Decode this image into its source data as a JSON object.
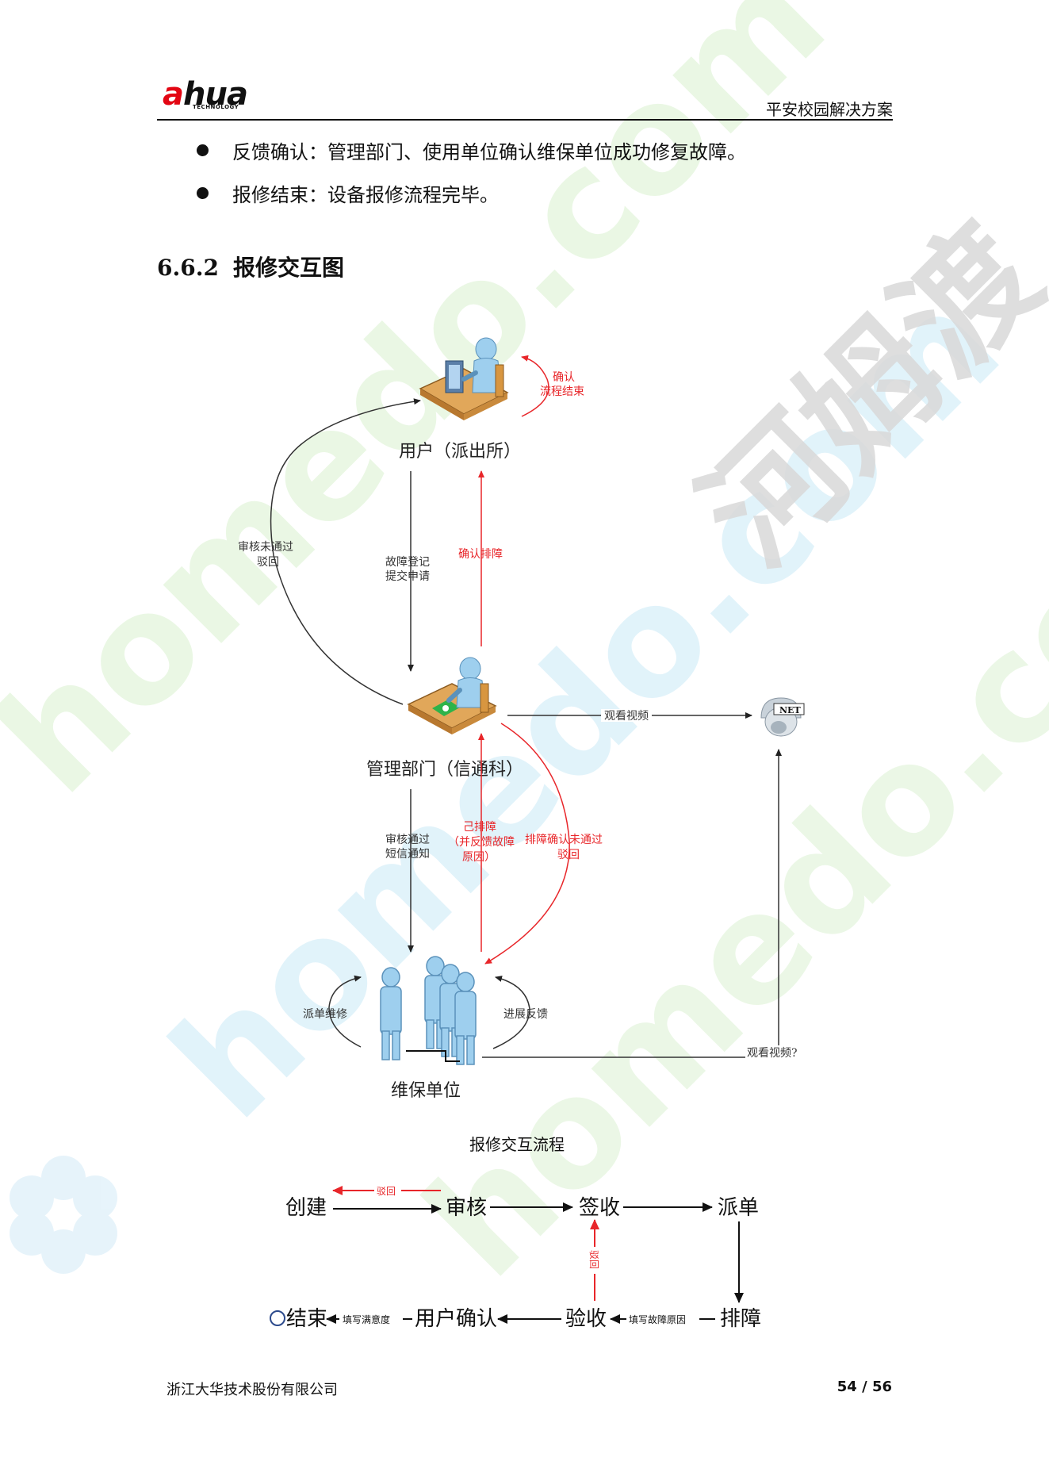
{
  "header": {
    "logo_brand_red": "a",
    "logo_brand_black": "hua",
    "logo_sub": "TECHNOLOGY",
    "doc_title": "平安校园解决方案"
  },
  "bullets": [
    "反馈确认：管理部门、使用单位确认维保单位成功修复故障。",
    "报修结束：设备报修流程完毕。"
  ],
  "section": {
    "number": "6.6.2",
    "title": "报修交互图"
  },
  "diagram": {
    "nodes": {
      "user": "用户（派出所）",
      "mgmt": "管理部门（信通科）",
      "maint": "维保单位",
      "camera_badge": "NET"
    },
    "edges": {
      "confirm_end_1": "确认",
      "confirm_end_2": "流程结束",
      "reject_1": "审核未通过",
      "reject_2": "驳回",
      "register_1": "故障登记",
      "register_2": "提交申请",
      "confirm_fix": "确认排障",
      "watch_video": "观看视频",
      "approve_1": "审核通过",
      "approve_2": "短信通知",
      "fixed_1": "己排障",
      "fixed_2": "（并反馈故障",
      "fixed_3": "原因）",
      "fix_reject_1": "排障确认未通过",
      "fix_reject_2": "驳回",
      "dispatch": "派单维修",
      "progress": "进展反馈",
      "watch_video_q": "观看视频?"
    },
    "caption": "报修交互流程"
  },
  "flow": {
    "nodes": {
      "create": "创建",
      "review": "审核",
      "sign": "签收",
      "dispatch": "派单",
      "fix": "排障",
      "accept": "验收",
      "user_confirm": "用户确认",
      "end": "结束"
    },
    "edges": {
      "reject_top": "驳回",
      "reject_vertical": "驳回",
      "fill_reason": "填写故障原因",
      "fill_satisfaction": "填写满意度"
    }
  },
  "footer": {
    "company": "浙江大华技术股份有限公司",
    "page": "54 / 56"
  },
  "watermark": {
    "site": "homedo.com",
    "brand": "河姆渡"
  },
  "colors": {
    "brand_red": "#e30613",
    "flow_red": "#e8262a",
    "watermark_green": "#dff3d9",
    "watermark_blue": "#d5eefb",
    "watermark_gray": "#d6d6d6"
  }
}
